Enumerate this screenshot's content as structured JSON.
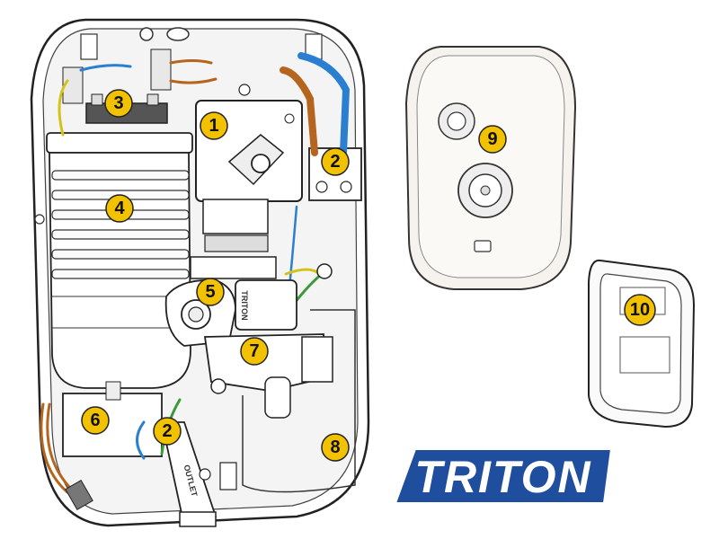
{
  "callouts": [
    {
      "label": "1"
    },
    {
      "label": "2"
    },
    {
      "label": "3"
    },
    {
      "label": "4"
    },
    {
      "label": "5"
    },
    {
      "label": "6"
    },
    {
      "label": "2"
    },
    {
      "label": "7"
    },
    {
      "label": "8"
    },
    {
      "label": "9"
    },
    {
      "label": "10"
    }
  ],
  "logo": {
    "text": "TRITON",
    "color": "#1f4e9e"
  },
  "parts": {
    "outlet_label": "OUTLET",
    "valve_label": "TRITON"
  },
  "colors": {
    "callout_fill": "#f2c200",
    "cable_blue": "#2b7fd0",
    "cable_brown": "#b5651d",
    "earth_yellow": "#d4c21a",
    "earth_green": "#3a9a3a"
  }
}
